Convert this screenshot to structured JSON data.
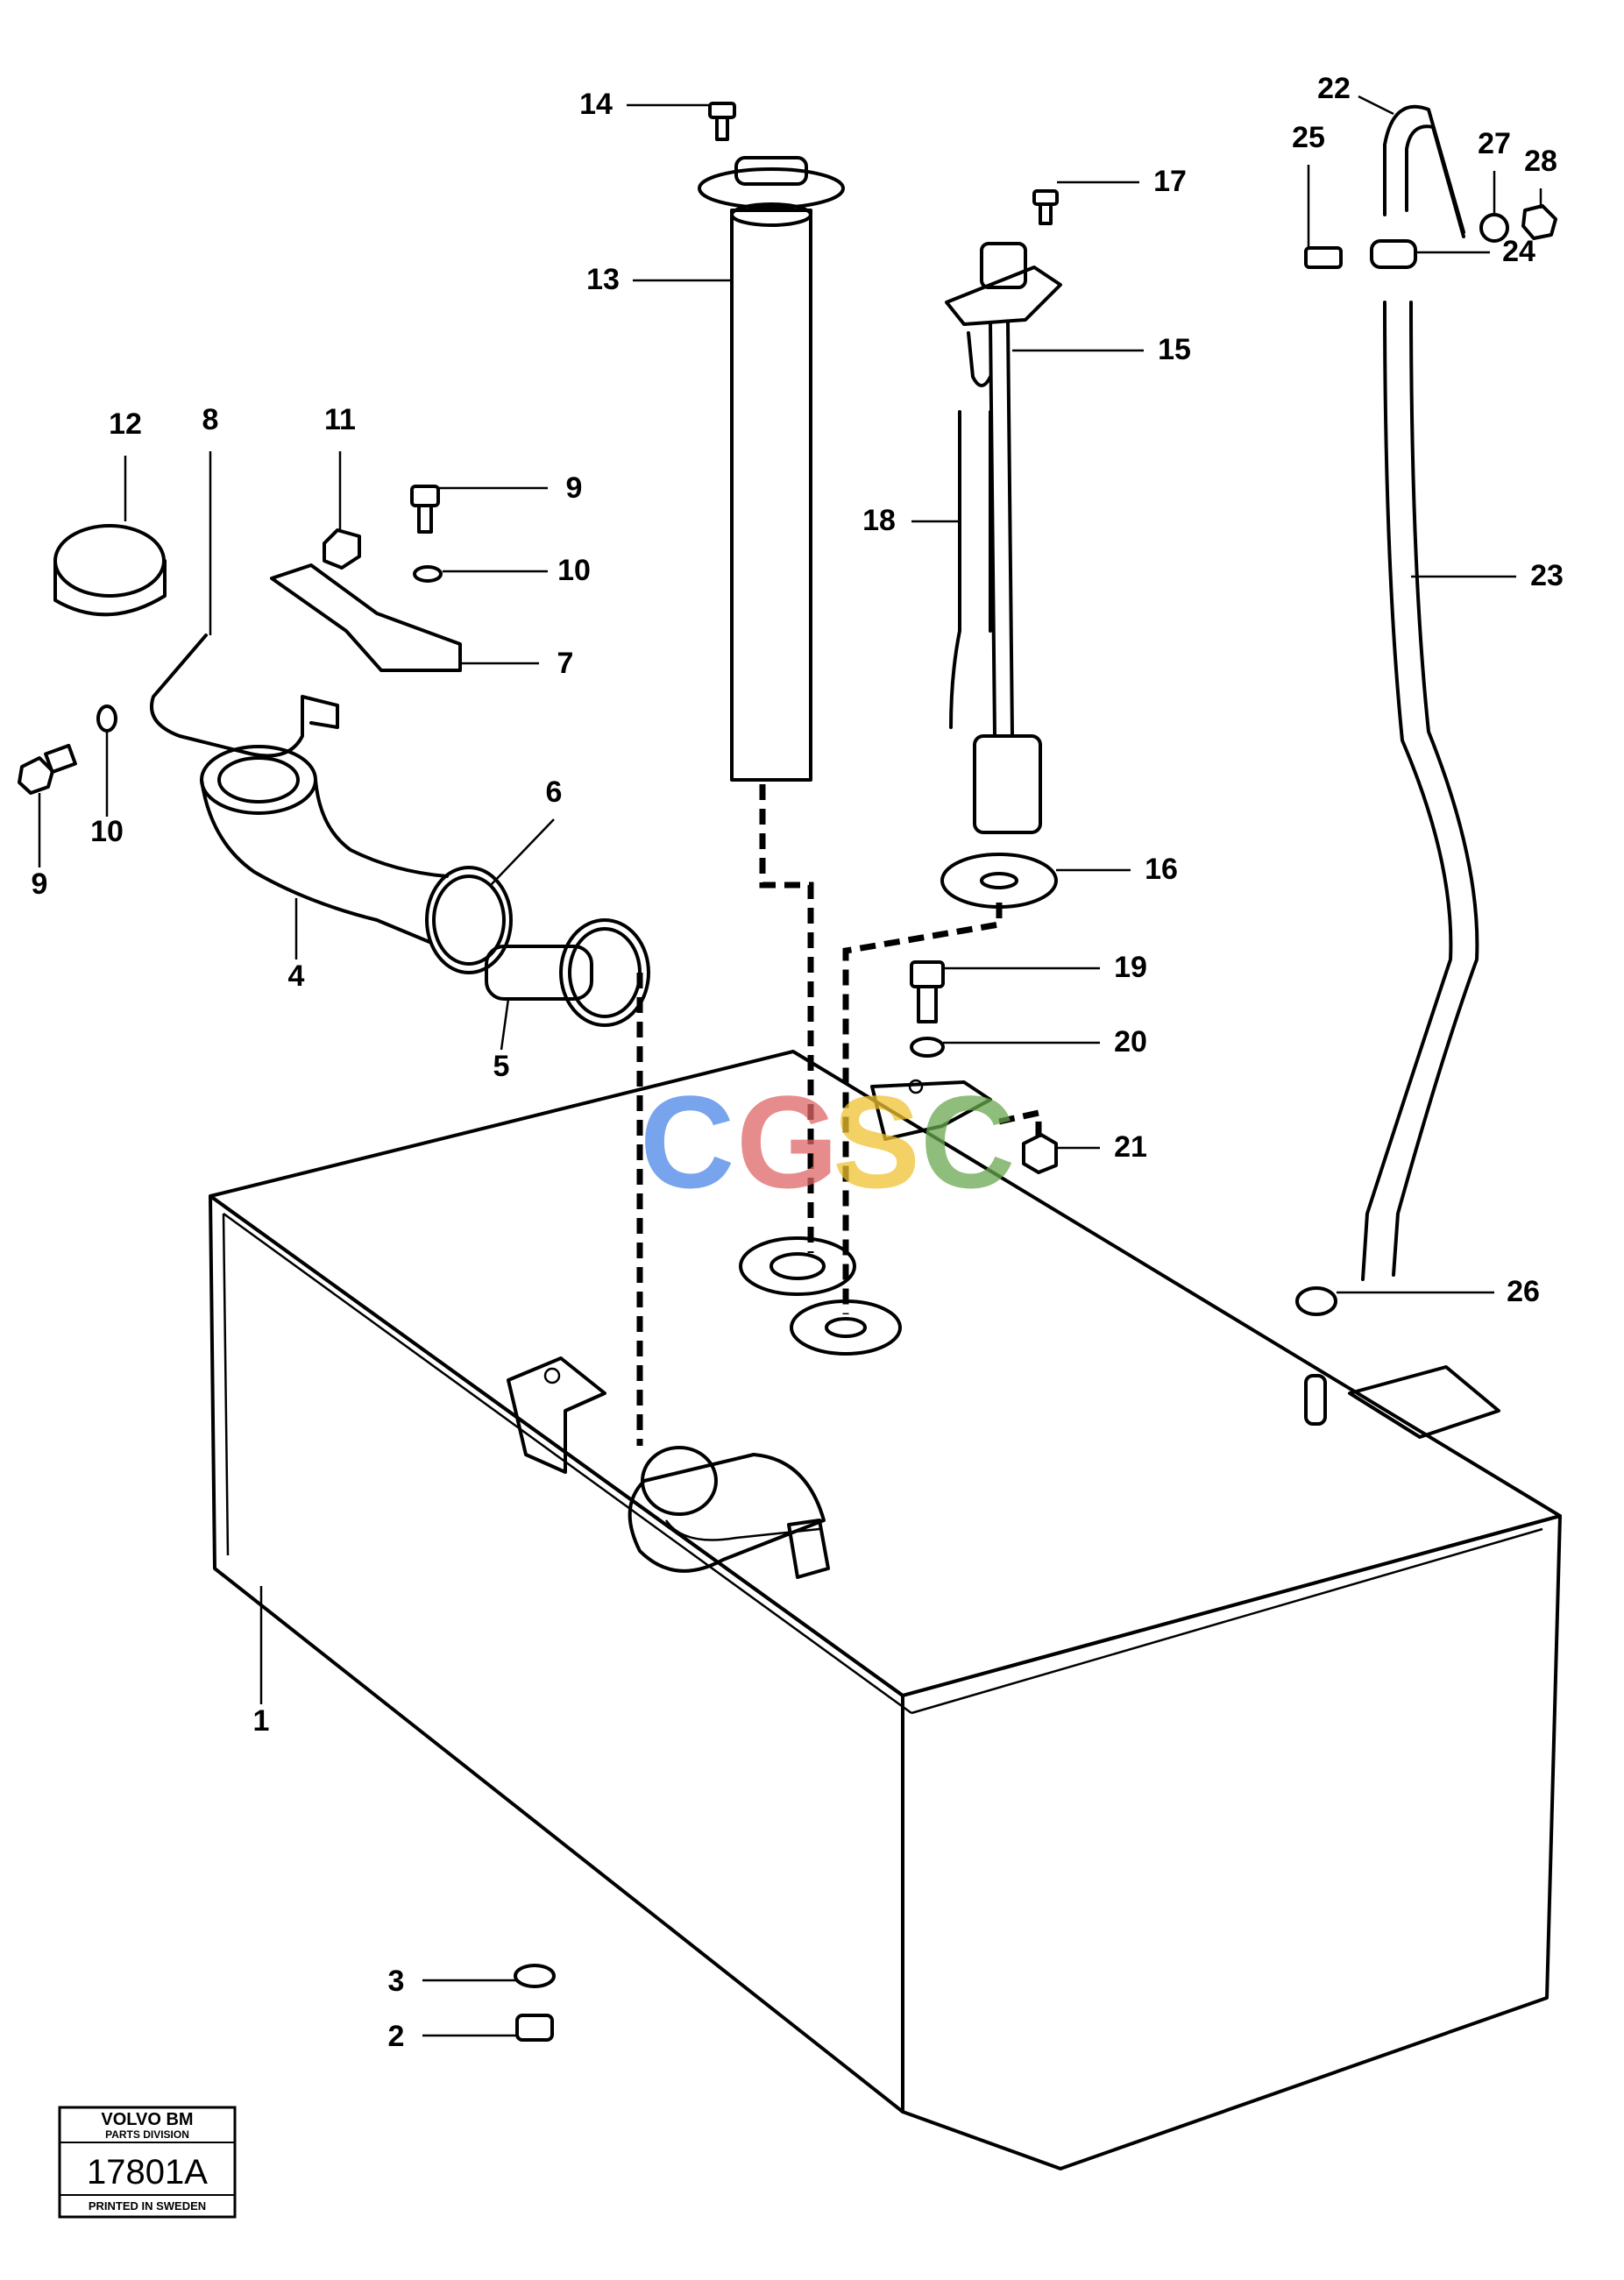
{
  "callouts": [
    {
      "id": "c1",
      "label": "1"
    },
    {
      "id": "c2",
      "label": "2"
    },
    {
      "id": "c3",
      "label": "3"
    },
    {
      "id": "c4",
      "label": "4"
    },
    {
      "id": "c5",
      "label": "5"
    },
    {
      "id": "c6",
      "label": "6"
    },
    {
      "id": "c7",
      "label": "7"
    },
    {
      "id": "c8",
      "label": "8"
    },
    {
      "id": "c9a",
      "label": "9"
    },
    {
      "id": "c9b",
      "label": "9"
    },
    {
      "id": "c10a",
      "label": "10"
    },
    {
      "id": "c10b",
      "label": "10"
    },
    {
      "id": "c11",
      "label": "11"
    },
    {
      "id": "c12",
      "label": "12"
    },
    {
      "id": "c13",
      "label": "13"
    },
    {
      "id": "c14",
      "label": "14"
    },
    {
      "id": "c15",
      "label": "15"
    },
    {
      "id": "c16",
      "label": "16"
    },
    {
      "id": "c17",
      "label": "17"
    },
    {
      "id": "c18",
      "label": "18"
    },
    {
      "id": "c19",
      "label": "19"
    },
    {
      "id": "c20",
      "label": "20"
    },
    {
      "id": "c21",
      "label": "21"
    },
    {
      "id": "c22",
      "label": "22"
    },
    {
      "id": "c23",
      "label": "23"
    },
    {
      "id": "c24",
      "label": "24"
    },
    {
      "id": "c25",
      "label": "25"
    },
    {
      "id": "c26",
      "label": "26"
    },
    {
      "id": "c27",
      "label": "27"
    },
    {
      "id": "c28",
      "label": "28"
    }
  ],
  "watermark": {
    "letters": [
      "C",
      "G",
      "S",
      "C"
    ],
    "colors": [
      "#4a86e8",
      "#e06666",
      "#f1c232",
      "#6aa84f"
    ]
  },
  "stamp": {
    "brand": "VOLVO BM",
    "division": "PARTS DIVISION",
    "number": "17801A",
    "printed": "PRINTED IN SWEDEN"
  }
}
